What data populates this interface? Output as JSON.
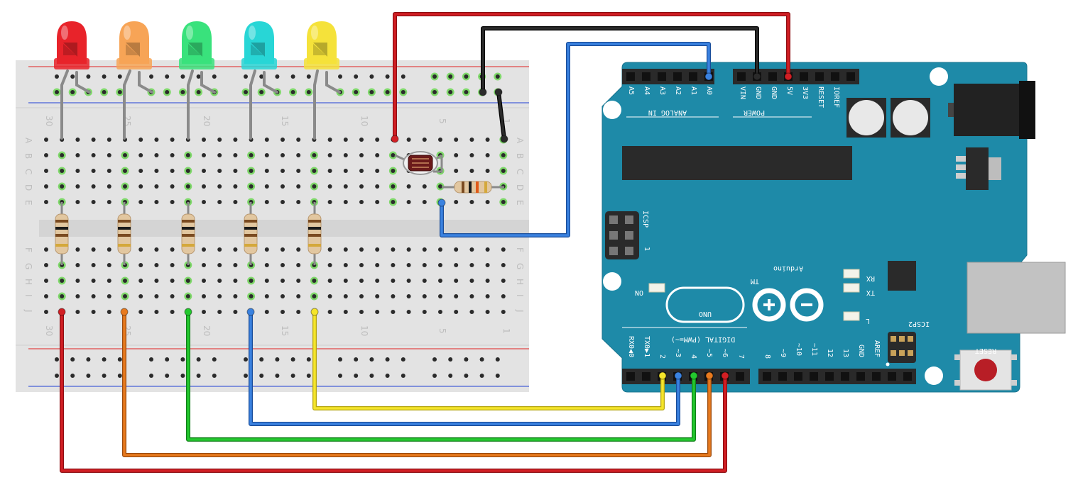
{
  "breadboard": {
    "row_letters_top": [
      "A",
      "B",
      "C",
      "D",
      "E"
    ],
    "row_letters_bottom": [
      "F",
      "G",
      "H",
      "I",
      "J"
    ],
    "column_numbers": [
      "30",
      "25",
      "20",
      "15",
      "10",
      "5",
      "1"
    ]
  },
  "leds": [
    {
      "name": "red",
      "color": "#e8232a"
    },
    {
      "name": "orange",
      "color": "#f7a456"
    },
    {
      "name": "green",
      "color": "#39e27c"
    },
    {
      "name": "cyan",
      "color": "#28d6d6"
    },
    {
      "name": "yellow",
      "color": "#f5e23a"
    }
  ],
  "arduino": {
    "analog_pins": [
      "A5",
      "A4",
      "A3",
      "A2",
      "A1",
      "A0"
    ],
    "analog_header_label": "ANALOG IN",
    "power_pins": [
      "VIN",
      "GND",
      "GND",
      "5V",
      "3V3",
      "RESET",
      "IOREF"
    ],
    "power_header_label": "POWER",
    "digital_pins_low": [
      "RX0◀0",
      "TX0▶1",
      "2",
      "~3",
      "4",
      "~5",
      "~6",
      "7"
    ],
    "digital_pins_high": [
      "8",
      "~9",
      "~10",
      "~11",
      "12",
      "13",
      "GND",
      "AREF"
    ],
    "digital_header_label": "DIGITAL (PWM=~)",
    "icsp_label": "ICSP",
    "icsp2_label": "ICSP2",
    "icsp_pin1": "1",
    "on_label": "ON",
    "rx_label": "RX",
    "tx_label": "TX",
    "l_label": "L",
    "reset_label": "RESET",
    "brand": "Arduino",
    "tm": "TM",
    "model": "UNO"
  },
  "colors": {
    "board_blue": "#1e8aa8",
    "wire_red": "#c4161c",
    "wire_black": "#1f1f1f",
    "wire_blue": "#2c6fd0",
    "wire_yellow": "#f2e01e",
    "wire_green": "#1fbf2a",
    "wire_orange": "#e06f16"
  }
}
